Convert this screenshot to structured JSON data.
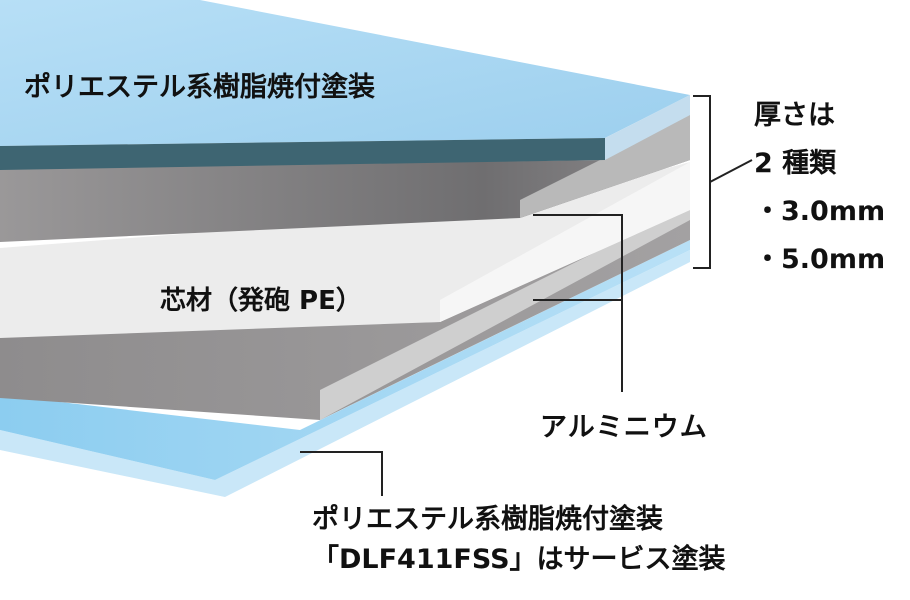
{
  "labels": {
    "top_coating": "ポリエステル系樹脂焼付塗装",
    "core": "芯材（発砲 PE）",
    "aluminium": "アルミニウム",
    "bottom_coating_line1": "ポリエステル系樹脂焼付塗装",
    "bottom_coating_line2": "「DLF411FSS」はサービス塗装"
  },
  "thickness": {
    "title": "厚さは",
    "subtitle": "2 種類",
    "options": [
      "・3.0mm",
      "・5.0mm"
    ]
  },
  "colors": {
    "coating": "#a9d6f2",
    "coating_dark": "#3e6572",
    "aluminium": "#8e8c8d",
    "core": "#ebebeb"
  }
}
